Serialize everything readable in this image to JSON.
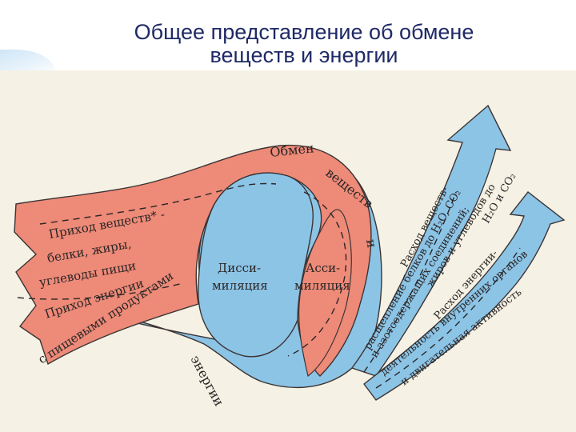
{
  "slide": {
    "title_line1": "Общее представление об обмене",
    "title_line2": "веществ и энергии"
  },
  "diagram": {
    "top_label_1": "Обмен",
    "top_label_2": "веществ",
    "top_label_3": "и",
    "bottom_label": "энергии",
    "intake_matter": "Приход веществ* -",
    "intake_matter_sub1": "белки, жиры,",
    "intake_matter_sub2": "углеводы пищи",
    "intake_energy": "Приход энергии",
    "intake_energy_sub1": "с пищевыми продуктами",
    "dissim_1": "Дисси-",
    "dissim_2": "миляция",
    "assim_1": "Асси-",
    "assim_2": "миляция",
    "out_matter_1": "Расход веществ-",
    "out_matter_2": "расщепление белков до H₂O, CO₂",
    "out_matter_3": "и азотсодержащих соединений;",
    "out_matter_4": "жиров и углеводов до",
    "out_matter_5": "H₂O и CO₂",
    "out_energy_1": "Расход энергии-",
    "out_energy_2": "деятельность внутренних органов",
    "out_energy_3": "и двигательная активность"
  },
  "colors": {
    "title": "#1f2a66",
    "red_band": "#ee8a78",
    "blue_band": "#8cc4e6",
    "outline": "#3b3434"
  }
}
